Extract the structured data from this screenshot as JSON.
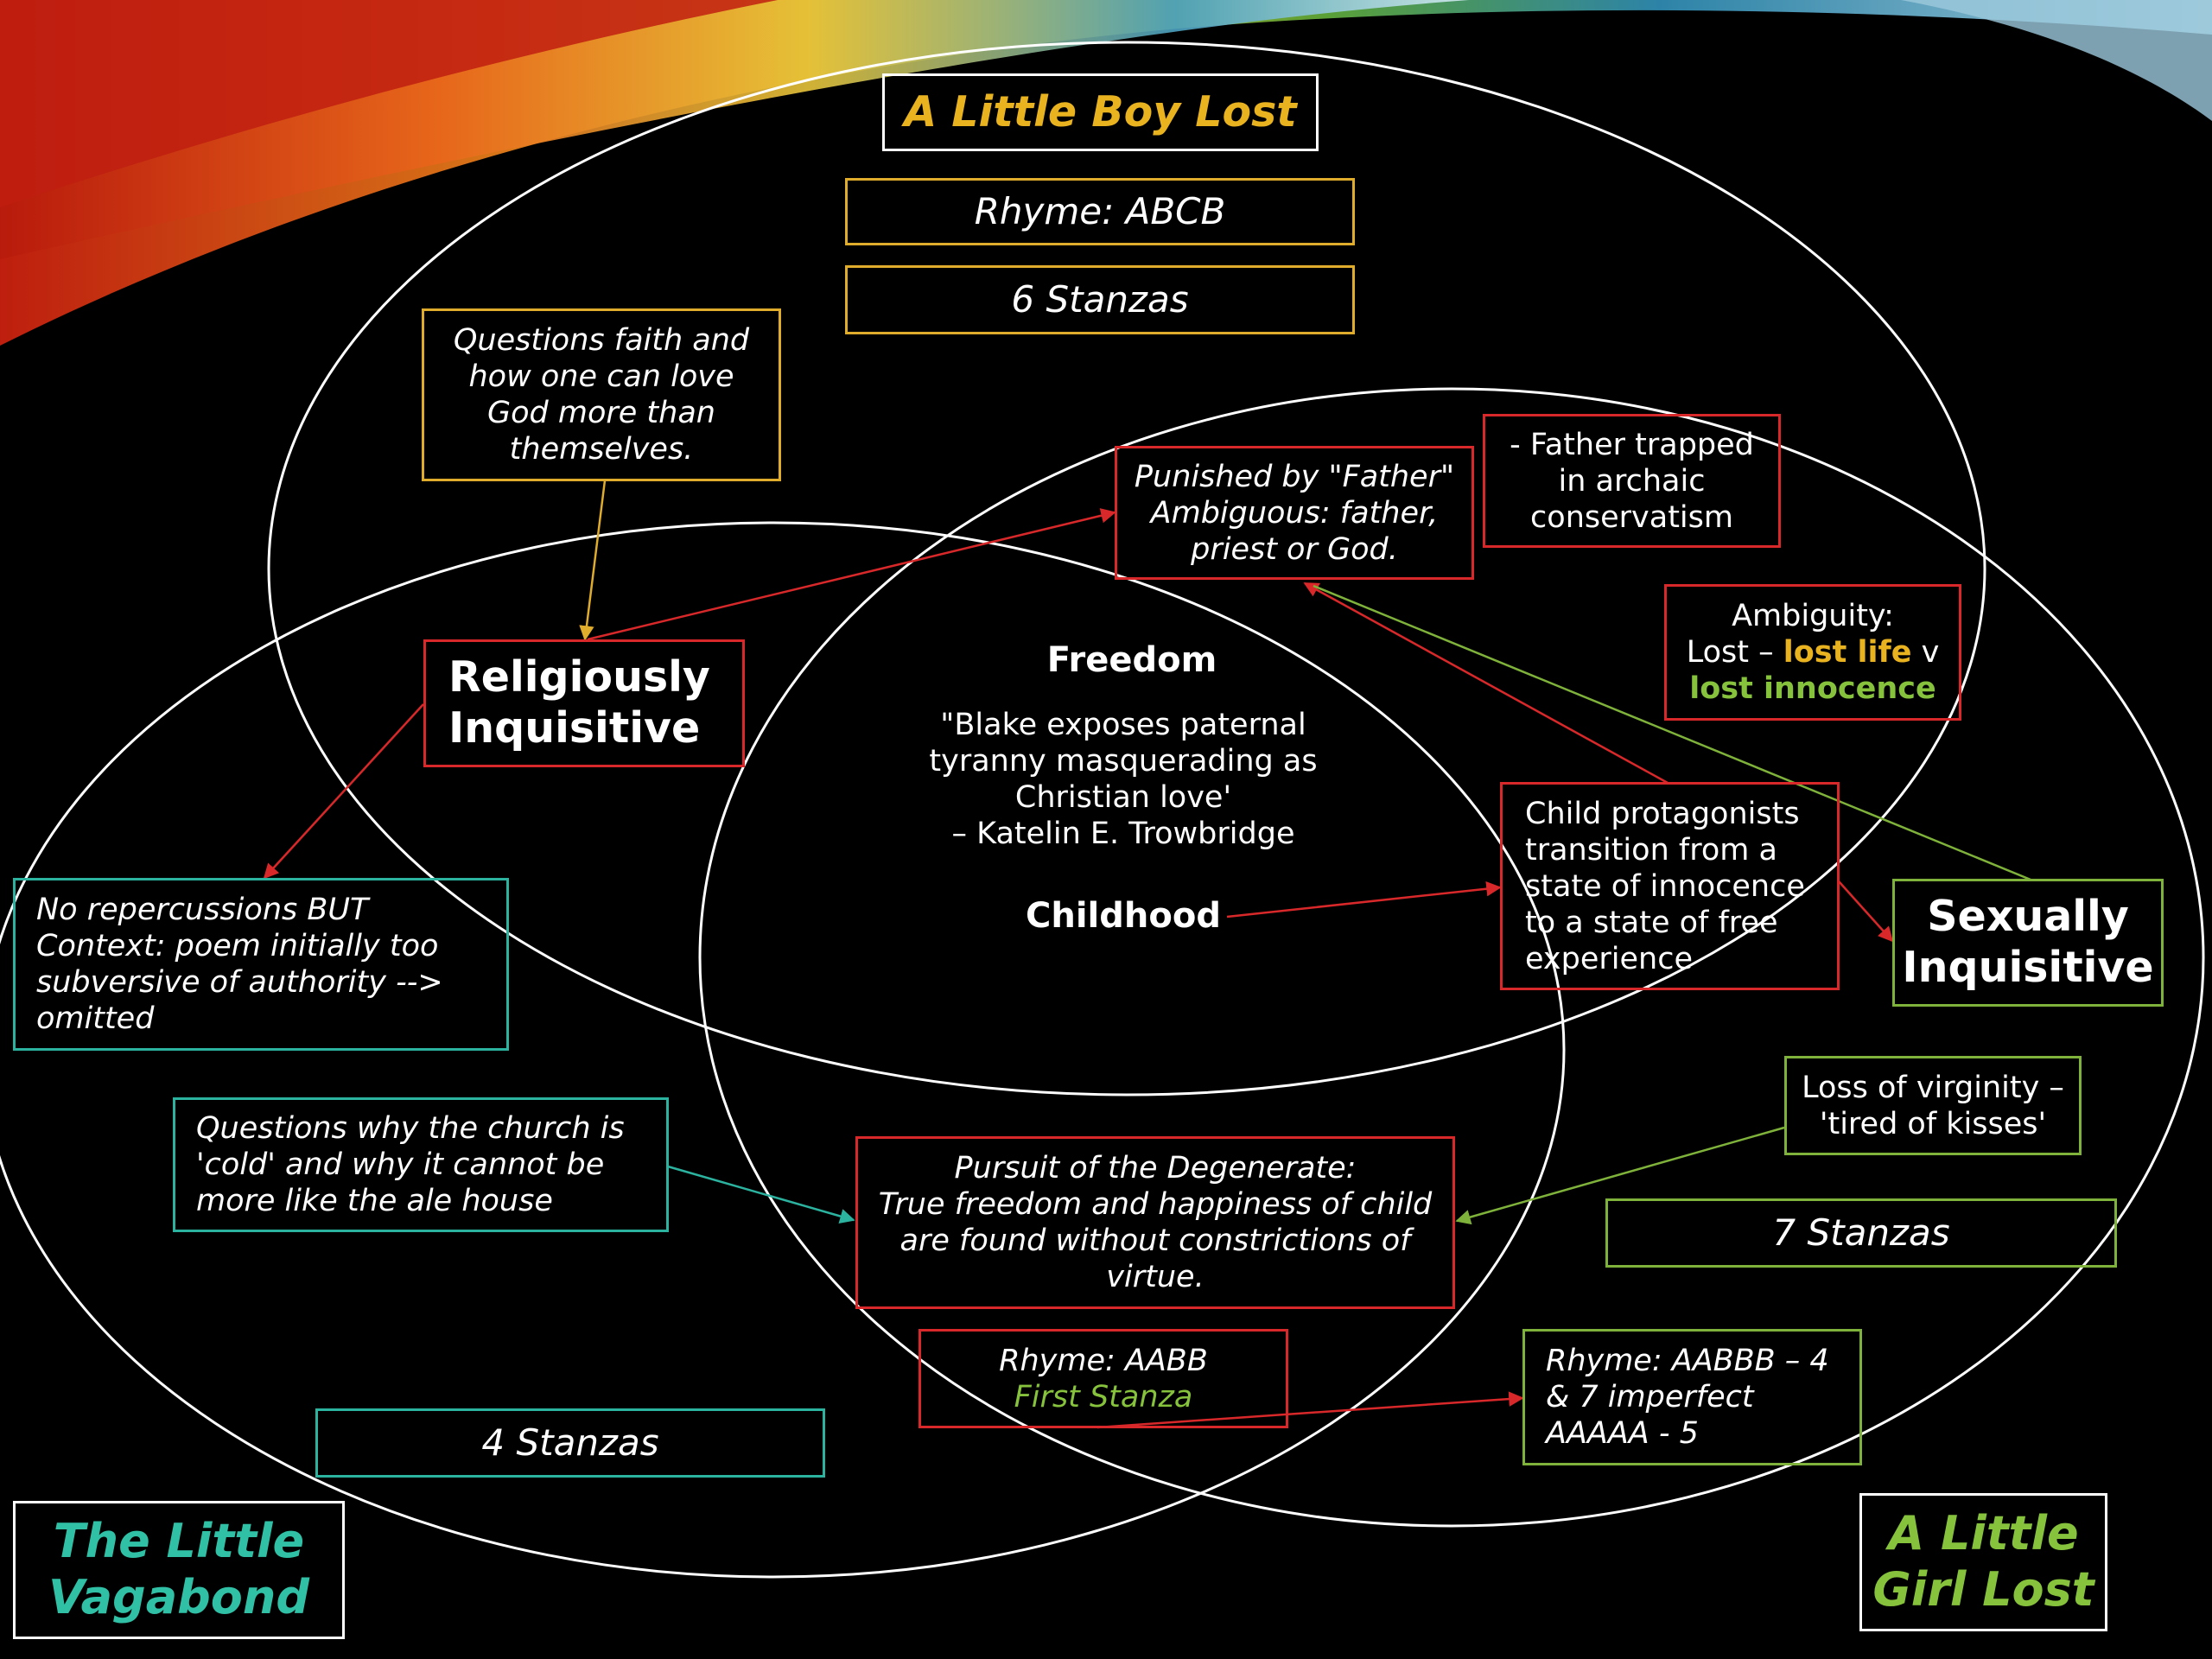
{
  "colors": {
    "background": "#000000",
    "gold": "#e0ac2c",
    "red": "#d8282a",
    "green": "#7fb23a",
    "teal": "#2bb3a0",
    "ellipse": "#ffffff"
  },
  "titles": {
    "boy_lost": "A Little Boy Lost",
    "vagabond_line1": "The Little",
    "vagabond_line2": "Vagabond",
    "girl_lost_line1": "A Little",
    "girl_lost_line2": "Girl Lost"
  },
  "boy_lost": {
    "rhyme": "Rhyme: ABCB",
    "stanzas": "6 Stanzas",
    "questions_faith": [
      "Questions faith and",
      "how one can love",
      "God more than",
      "themselves."
    ]
  },
  "center": {
    "freedom": "Freedom",
    "quote": [
      "\"Blake exposes paternal",
      "tyranny masquerading as",
      "Christian love'",
      "– Katelin E. Trowbridge"
    ],
    "childhood": "Childhood"
  },
  "religiously_inquisitive": [
    "Religiously",
    "Inquisitive"
  ],
  "sexually_inquisitive": [
    "Sexually",
    "Inquisitive"
  ],
  "punished": [
    "Punished by \"Father\"",
    "Ambiguous: father,",
    "priest or God."
  ],
  "father_trapped": [
    "- Father trapped",
    "in archaic",
    "conservatism"
  ],
  "ambiguity": {
    "line1": "Ambiguity:",
    "lost_prefix": "Lost – ",
    "lost_life": "lost life",
    "v": " v",
    "lost_innocence": "lost innocence"
  },
  "child_protagonists": [
    "Child protagonists",
    "transition from a",
    "state of innocence",
    "to a state of free",
    "experience"
  ],
  "no_repercussions": [
    "No repercussions  BUT",
    "Context: poem initially too",
    "subversive of authority -->",
    "omitted"
  ],
  "questions_church": [
    "Questions why the church is",
    "'cold' and why it cannot be",
    "more like the ale house"
  ],
  "pursuit": [
    "Pursuit of the Degenerate:",
    "True freedom and happiness of child",
    "are found without constrictions of",
    "virtue."
  ],
  "loss_virginity": [
    "Loss of virginity –",
    "'tired of kisses'"
  ],
  "girl_stanzas": "7 Stanzas",
  "rhyme_aabb": {
    "line1": "Rhyme: AABB",
    "line2": "First Stanza"
  },
  "rhyme_aabbb": [
    "Rhyme: AABBB – 4",
    "& 7 imperfect",
    "AAAAA - 5"
  ],
  "vagabond_stanzas": "4 Stanzas"
}
